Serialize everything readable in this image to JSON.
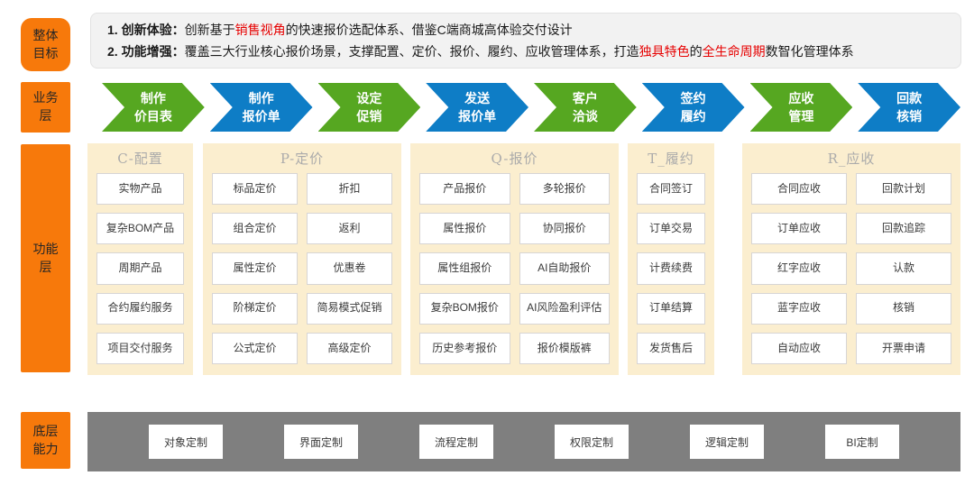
{
  "colors": {
    "rail_orange": "#F7790B",
    "chevron_green": "#56A721",
    "chevron_blue": "#0E7DC6",
    "column_cream": "#FBEECF",
    "bottom_gray": "#7F7F7F",
    "goal_box_gray": "#F2F2F2",
    "highlight_red": "#E60000"
  },
  "sidebar": {
    "labels": [
      {
        "line1": "整体",
        "line2": "目标"
      },
      {
        "line1": "业务",
        "line2": "层"
      },
      {
        "line1": "功能",
        "line2": "层"
      },
      {
        "line1": "底层",
        "line2": "能力"
      }
    ]
  },
  "goals": {
    "lines": [
      {
        "prefix": "1.",
        "title": "创新体验",
        "colon": "：",
        "segments": [
          {
            "text": "创新基于"
          },
          {
            "text": "销售视角",
            "red": true
          },
          {
            "text": "的快速报价选配体系、借鉴C端商城高体验交付设计"
          }
        ]
      },
      {
        "prefix": "2.",
        "title": "功能增强",
        "colon": "：",
        "segments": [
          {
            "text": "覆盖三大行业核心报价场景，支撑配置、定价、报价、履约、应收管理体系，打造"
          },
          {
            "text": "独具特色",
            "red": true
          },
          {
            "text": "的"
          },
          {
            "text": "全生命周期",
            "red": true
          },
          {
            "text": "数智化管理体系"
          }
        ]
      }
    ]
  },
  "process": {
    "steps": [
      {
        "line1": "制作",
        "line2": "价目表",
        "color": "green"
      },
      {
        "line1": "制作",
        "line2": "报价单",
        "color": "blue"
      },
      {
        "line1": "设定",
        "line2": "促销",
        "color": "green"
      },
      {
        "line1": "发送",
        "line2": "报价单",
        "color": "blue"
      },
      {
        "line1": "客户",
        "line2": "洽谈",
        "color": "green"
      },
      {
        "line1": "签约",
        "line2": "履约",
        "color": "blue"
      },
      {
        "line1": "应收",
        "line2": "管理",
        "color": "green"
      },
      {
        "line1": "回款",
        "line2": "核销",
        "color": "blue"
      }
    ]
  },
  "function_layer": {
    "columns": [
      {
        "key": "c-config",
        "title": "C-配置",
        "groups": [
          [
            "实物产品",
            "复杂BOM产品",
            "周期产品",
            "合约履约服务",
            "项目交付服务"
          ]
        ]
      },
      {
        "key": "p-pricing",
        "title": "P-定价",
        "groups": [
          [
            "标品定价",
            "组合定价",
            "属性定价",
            "阶梯定价",
            "公式定价"
          ],
          [
            "折扣",
            "返利",
            "优惠卷",
            "简易模式促销",
            "高级定价"
          ]
        ]
      },
      {
        "key": "q-quote",
        "title": "Q-报价",
        "groups": [
          [
            "产品报价",
            "属性报价",
            "属性组报价",
            "复杂BOM报价",
            "历史参考报价"
          ],
          [
            "多轮报价",
            "协同报价",
            "AI自助报价",
            "AI风险盈利评估",
            "报价模版裤"
          ]
        ]
      },
      {
        "key": "t-fulfillment",
        "title": "T_履约",
        "groups": [
          [
            "合同签订",
            "订单交易",
            "计费续费",
            "订单结算",
            "发货售后"
          ]
        ]
      },
      {
        "key": "r-receivables",
        "title": "R_应收",
        "groups": [
          [
            "合同应收",
            "订单应收",
            "红字应收",
            "蓝字应收",
            "自动应收"
          ],
          [
            "回款计划",
            "回款追踪",
            "认款",
            "核销",
            "开票申请"
          ]
        ]
      }
    ]
  },
  "bottom": {
    "items": [
      "对象定制",
      "界面定制",
      "流程定制",
      "权限定制",
      "逻辑定制",
      "BI定制"
    ]
  }
}
